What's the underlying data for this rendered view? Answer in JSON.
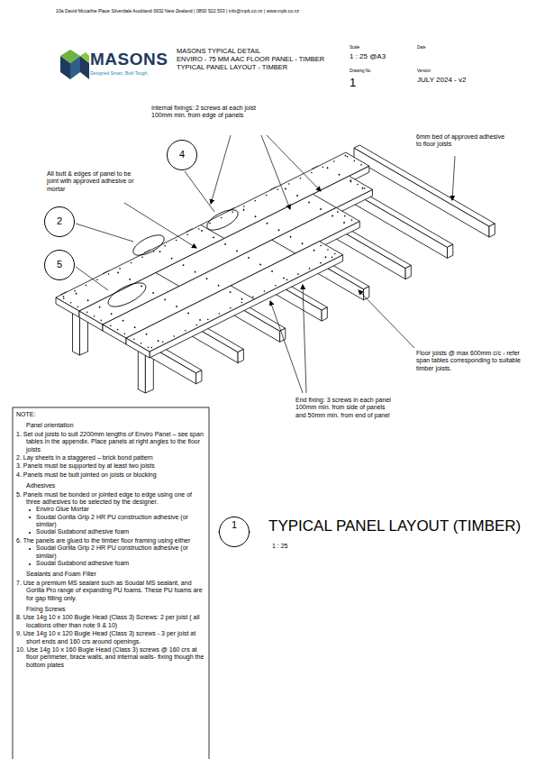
{
  "diagram": {
    "title": "TYPICAL PANEL LAYOUT (TIMBER)",
    "nodes": [
      {
        "text": [
          "MASONS",
          "Designed Smart. Built Tough."
        ]
      },
      {
        "text": [
          "MASONS TYPICAL DETAIL",
          "ENVIRO - 75 MM AAC FLOOR PANEL - TIMBER",
          "TYPICAL PANEL LAYOUT - TIMBER"
        ]
      },
      {
        "text": [
          "Scale",
          "1 : 25 @A3"
        ]
      },
      {
        "text": [
          "Date"
        ]
      },
      {
        "text": [
          "Drawing No",
          "1"
        ]
      },
      {
        "text": [
          "Version",
          "JULY 2024 - v2"
        ]
      },
      {
        "text": [
          "4"
        ]
      },
      {
        "text": [
          "2"
        ]
      },
      {
        "text": [
          "5"
        ]
      },
      {
        "text": [
          "1"
        ]
      },
      {
        "text": [
          "NOTE:",
          "Panel orientation",
          "1. Set out joists to suit 2200mm lengths of Enviro Panel – see span tables in the appendix. Place panels at right angles to the floor joists",
          "2. Lay sheets in a staggered – brick bond pattern",
          "3. Panels must be supported by at least two joists",
          "4. Panels must be butt jointed on joists or blocking",
          "Adhesives",
          "5. Panels must be bonded or jointed edge to edge using one of three adhesives to be selected by the designer.",
          "Enviro Glue Mortar",
          "Soudal Gorilla Grip 2 HR PU construction adhesive (or similar)",
          "Soudal Sudabond adhesive foam",
          "6. The panels are glued to the timber floor framing using either",
          "Soudal Gorilla Grip 2 HR PU construction adhesive (or similar)",
          "Soudal Sudabond adhesive foam",
          "Sealants and Foam Filler",
          "7. Use a premium MS sealant such as Soudal MS sealant, and Gorilla Pro range of expanding PU foams. These PU foams are for gap filling only.",
          "Fixing Screws",
          "8. Use 14g 10 x 100 Bugle Head (Class 3) Screws: 2 per joist ( all locations other than note 9 & 10)",
          "9. Use 14g 10 x 120 Bugle Head (Class 3) screws - 3 per joist at short ends and 160 crs around openings.",
          "10. Use 14g 10 x 160 Bugle Head (Class 3) screws @ 160 crs at floor perimeter, brace walls, and internal walls- fixing though the bottom plates"
        ]
      }
    ],
    "labels": [
      "10a David Mccathie Place Silverdale Auckland 0932 New Zealand | 0800 522 533 | info@mpb.co.nz | www.mpb.co.nz",
      "Internal fixings: 2 screws at each joist 100mm min. from edge of panels",
      "6mm bed of approved adhesive to floor joists",
      "All butt & edges of panel to be joint with approved adhesive or mortar",
      "Floor joists @ max 600mm c/c - refer span tables corresponding to suitable timber joists.",
      "End fixing: 3 screws in each panel 100mm min. from side of panels and 50mm min. from end of panel",
      "1 : 25"
    ]
  }
}
